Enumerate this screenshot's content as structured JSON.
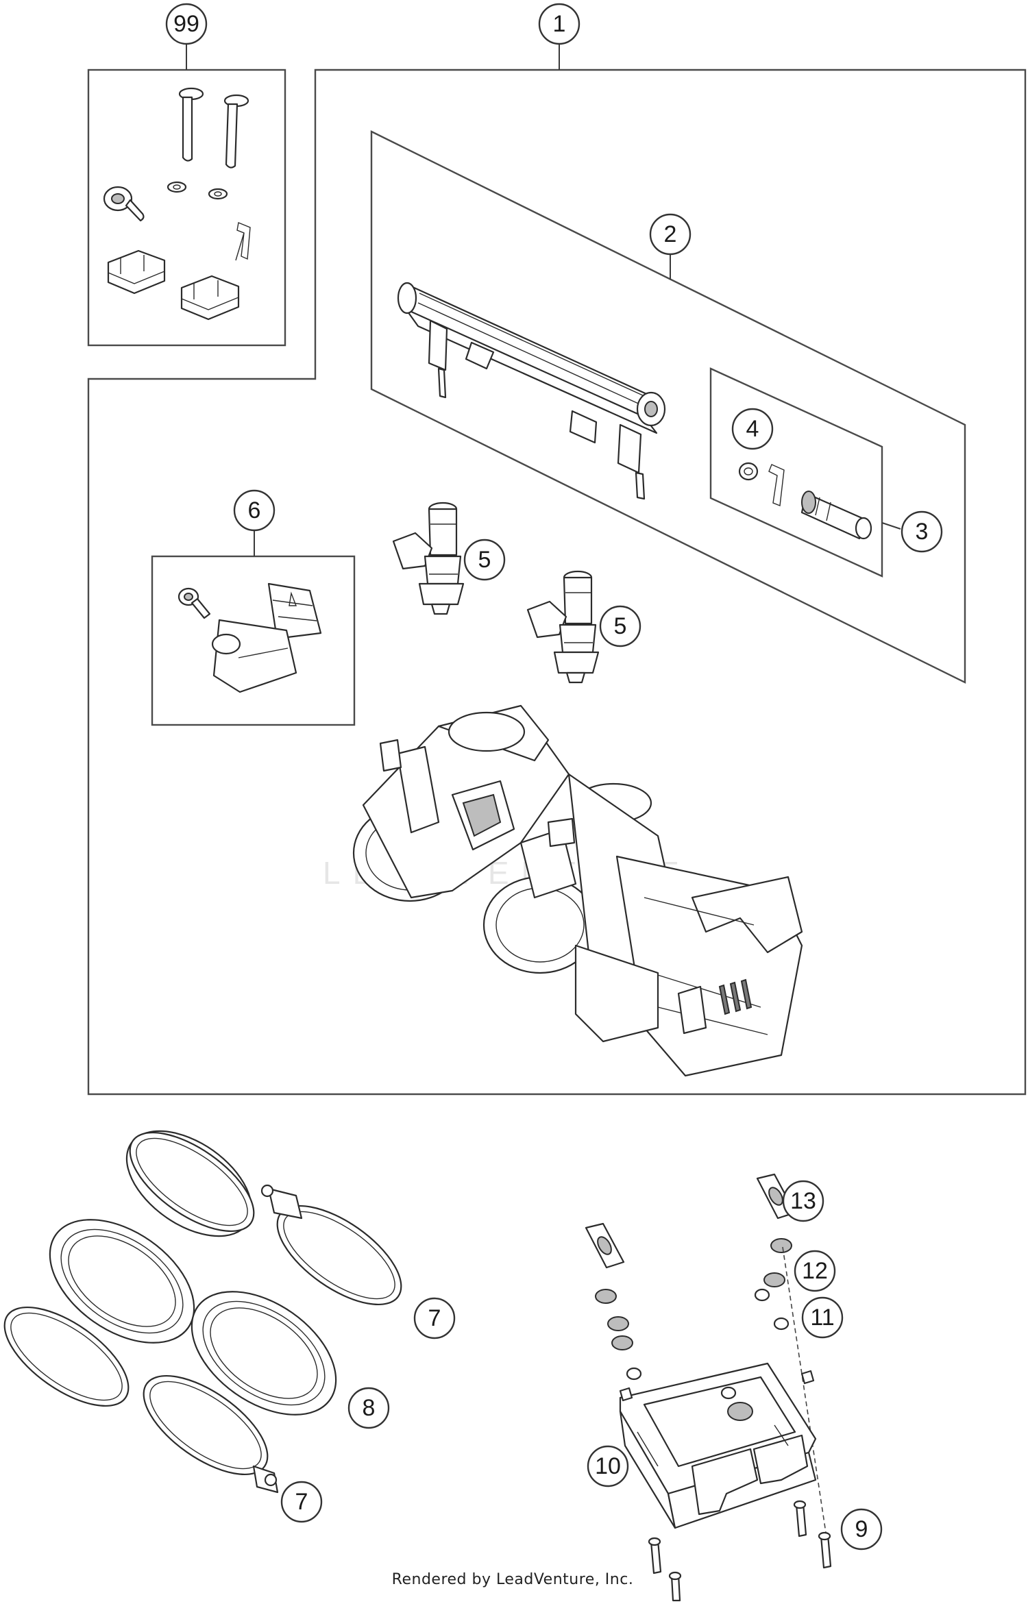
{
  "callouts": {
    "c99": "99",
    "c1": "1",
    "c2": "2",
    "c3": "3",
    "c4": "4",
    "c5a": "5",
    "c5b": "5",
    "c6": "6",
    "c7a": "7",
    "c7b": "7",
    "c8": "8",
    "c9": "9",
    "c10": "10",
    "c11": "11",
    "c12": "12",
    "c13": "13"
  },
  "watermark": "LEADVENTURE",
  "footer": "Rendered by LeadVenture, Inc.",
  "icons": {
    "throttle_body": "throttle-body-icon",
    "fuel_rail": "fuel-rail-icon",
    "injector": "fuel-injector-icon",
    "sensor": "pressure-sensor-icon",
    "ecu": "ecu-control-unit-icon",
    "clamp": "hose-clamp-icon",
    "intake_rubber": "intake-flange-icon"
  },
  "colors": {
    "line": "#2b2b2b",
    "box": "#4a4a4a",
    "background": "#ffffff"
  }
}
